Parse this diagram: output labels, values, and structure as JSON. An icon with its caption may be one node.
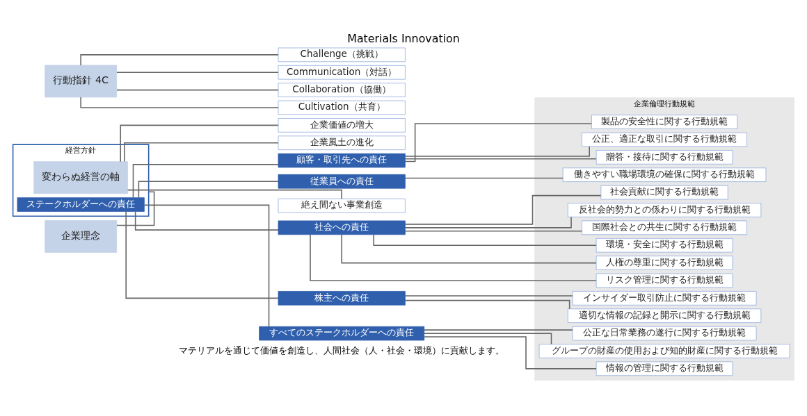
{
  "diagram": {
    "title": "Materials Innovation",
    "nodes": [
      {
        "text": [
          "企業理念"
        ]
      },
      {
        "text": [
          "経営方針"
        ]
      },
      {
        "text": [
          "変わらぬ経営の軸"
        ],
        "in": 1
      },
      {
        "text": [
          "ステークホルダーへの責任"
        ],
        "in": 1
      },
      {
        "text": [
          "行動指針 4C"
        ]
      },
      {
        "text": [
          "絶え間ない事業創造"
        ]
      },
      {
        "text": [
          "企業風土の進化"
        ]
      },
      {
        "text": [
          "企業価値の増大"
        ]
      },
      {
        "text": [
          "顧客・取引先への責任"
        ]
      },
      {
        "text": [
          "従業員への責任"
        ]
      },
      {
        "text": [
          "社会への責任"
        ]
      },
      {
        "text": [
          "株主への責任"
        ]
      },
      {
        "text": [
          "すべてのステークホルダーへの責任"
        ]
      },
      {
        "text": [
          "Challenge（挑戦）"
        ]
      },
      {
        "text": [
          "Communication（対話）"
        ]
      },
      {
        "text": [
          "Collaboration（協働）"
        ]
      },
      {
        "text": [
          "Cultivation（共育）"
        ]
      },
      {
        "text": [
          "企業倫理行動規範"
        ]
      },
      {
        "text": [
          "製品の安全性に関する行動規範"
        ],
        "in": 17
      },
      {
        "text": [
          "公正、適正な取引に関する行動規範"
        ],
        "in": 17
      },
      {
        "text": [
          "贈答・接待に関する行動規範"
        ],
        "in": 17
      },
      {
        "text": [
          "働きやすい職場環境の確保に関する行動規範"
        ],
        "in": 17
      },
      {
        "text": [
          "環境・安全に関する行動規範"
        ],
        "in": 17
      },
      {
        "text": [
          "人権の尊重に関する行動規範"
        ],
        "in": 17
      },
      {
        "text": [
          "リスク管理に関する行動規範"
        ],
        "in": 17
      },
      {
        "text": [
          "社会貢献に関する行動規範"
        ],
        "in": 17
      },
      {
        "text": [
          "反社会的勢力との係わりに関する行動規範"
        ],
        "in": 17
      },
      {
        "text": [
          "国際社会との共生に関する行動規範"
        ],
        "in": 17
      },
      {
        "text": [
          "適切な情報の記録と開示に関する行動規範"
        ],
        "in": 17
      },
      {
        "text": [
          "インサイダー取引防止に関する行動規範"
        ],
        "in": 17
      },
      {
        "text": [
          "公正な日常業務の遂行に関する行動規範"
        ],
        "in": 17
      },
      {
        "text": [
          "グループの財産の使用および知的財産に関する行動規範"
        ],
        "in": 17
      },
      {
        "text": [
          "情報の管理に関する行動規範"
        ],
        "in": 17
      }
    ],
    "edges": [
      {
        "from": 0,
        "to": 1,
        "arrow": "none"
      },
      {
        "from": 2,
        "to": 5,
        "arrow": "none"
      },
      {
        "from": 2,
        "to": 6,
        "arrow": "none"
      },
      {
        "from": 2,
        "to": 7,
        "arrow": "none"
      },
      {
        "from": 3,
        "to": 8,
        "arrow": "none"
      },
      {
        "from": 3,
        "to": 9,
        "arrow": "none"
      },
      {
        "from": 3,
        "to": 10,
        "arrow": "none"
      },
      {
        "from": 3,
        "to": 11,
        "arrow": "none"
      },
      {
        "from": 3,
        "to": 12,
        "arrow": "none"
      },
      {
        "from": 4,
        "to": 13,
        "arrow": "none"
      },
      {
        "from": 4,
        "to": 14,
        "arrow": "none"
      },
      {
        "from": 4,
        "to": 15,
        "arrow": "none"
      },
      {
        "from": 4,
        "to": 16,
        "arrow": "none"
      },
      {
        "from": 8,
        "to": 18,
        "arrow": "none"
      },
      {
        "from": 8,
        "to": 19,
        "arrow": "none"
      },
      {
        "from": 8,
        "to": 20,
        "arrow": "none"
      },
      {
        "from": 9,
        "to": 21,
        "arrow": "none"
      },
      {
        "from": 10,
        "to": 22,
        "arrow": "none"
      },
      {
        "from": 10,
        "to": 23,
        "arrow": "none"
      },
      {
        "from": 10,
        "to": 24,
        "arrow": "none"
      },
      {
        "from": 10,
        "to": 25,
        "arrow": "none"
      },
      {
        "from": 10,
        "to": 26,
        "arrow": "none"
      },
      {
        "from": 10,
        "to": 27,
        "arrow": "none"
      },
      {
        "from": 11,
        "to": 28,
        "arrow": "none"
      },
      {
        "from": 11,
        "to": 29,
        "arrow": "none"
      },
      {
        "from": 12,
        "to": 30,
        "arrow": "none"
      },
      {
        "from": 12,
        "to": 31,
        "arrow": "none"
      },
      {
        "from": 12,
        "to": 32,
        "arrow": "none"
      }
    ],
    "labels": [
      "マテリアルを通じて価値を創造し、人間社会（人・社会・環境）に貢献します。"
    ]
  }
}
